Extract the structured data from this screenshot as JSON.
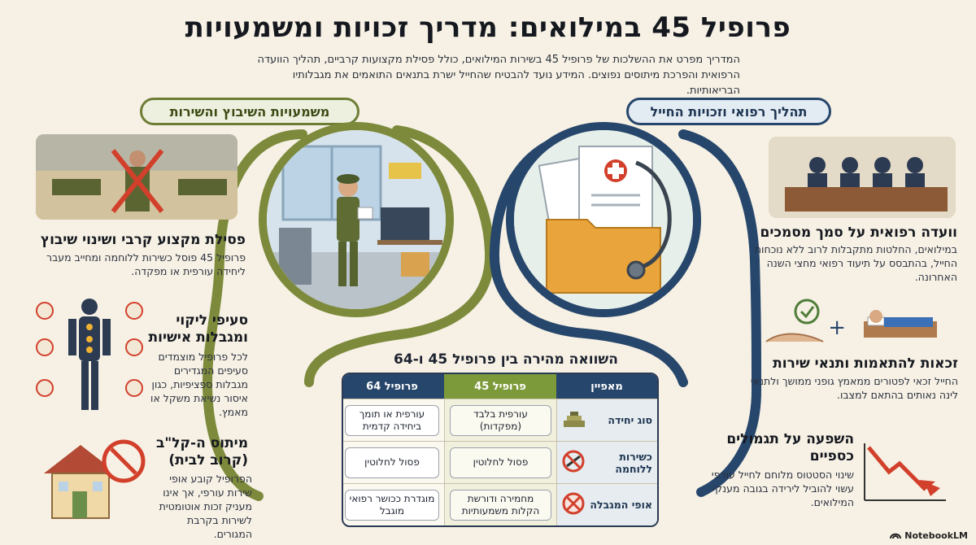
{
  "title": "פרופיל 45 במילואים: מדריך זכויות ומשמעויות",
  "intro": "המדריך מפרט את ההשלכות של פרופיל 45 בשירות המילואים, כולל פסילת מקצועות קרביים, תהליך הוועדה הרפואית והפרכת מיתוסים נפוצים. המידע נועד להבטיח שהחייל ישרת בתנאים התואמים את מגבלותיו הבריאותיות.",
  "banners": {
    "right": "תהליך רפואי וזכויות החייל",
    "left": "משמעויות השיבוץ והשירות"
  },
  "right_sections": [
    {
      "title": "וועדה רפואית על סמך מסמכים",
      "body": "במילואים, החלטות מתקבלות לרוב ללא נוכחות החייל, בהתבסס על תיעוד רפואי מחצי השנה האחרונה."
    },
    {
      "title": "זכאות להתאמות ותנאי שירות",
      "body": "החייל זכאי לפטורים ממאמץ גופני ממושך ולתנאי לינה נאותים בהתאם למצבו."
    },
    {
      "title": "השפעה על תגמולים כספיים",
      "body": "שינוי הסטטוס מלוחם לחייל עורפי עשוי להוביל לירידה בגובה מענקי המילואים."
    }
  ],
  "left_sections": [
    {
      "title": "פסילת מקצוע קרבי ושינוי שיבוץ",
      "body": "פרופיל 45 פוסל כשירות ללוחמה ומחייב מעבר ליחידה עורפית או מפקדה."
    },
    {
      "title": "סעיפי ליקוי ומגבלות אישיות",
      "body": "לכל פרופיל מוצמדים סעיפים המגדירים מגבלות ספציפיות, כגון איסור נשיאת משקל או מאמץ."
    },
    {
      "title": "מיתוס ה-קל\"ב (קרוב לבית)",
      "body": "הפרופיל קובע אופי שירות עורפי, אך אינו מעניק זכות אוטומטית לשירות בקרבת המגורים."
    }
  ],
  "comparison": {
    "title": "השוואה מהירה בין פרופיל 45 ו-64",
    "headers": [
      "מאפיין",
      "פרופיל 45",
      "פרופיל 64"
    ],
    "rows": [
      {
        "label": "סוג יחידה",
        "icon": "bunker-icon",
        "p45": "עורפית בלבד (מפקדות)",
        "p64": "עורפית או תומך ביחידה קדמית"
      },
      {
        "label": "כשירות ללוחמה",
        "icon": "no-rifle-icon",
        "p45": "פסול לחלוטין",
        "p64": "פסול לחלוטין"
      },
      {
        "label": "אופי המגבלה",
        "icon": "no-sign-icon",
        "p45": "מחמירה ודורשת הקלות משמעותיות",
        "p64": "מוגדרת ככושר רפואי מוגבל"
      }
    ]
  },
  "branding": "NotebookLM",
  "colors": {
    "navy": "#27466b",
    "olive": "#6e7d36",
    "background": "#f6f1e4",
    "alert_red": "#d2402c"
  }
}
